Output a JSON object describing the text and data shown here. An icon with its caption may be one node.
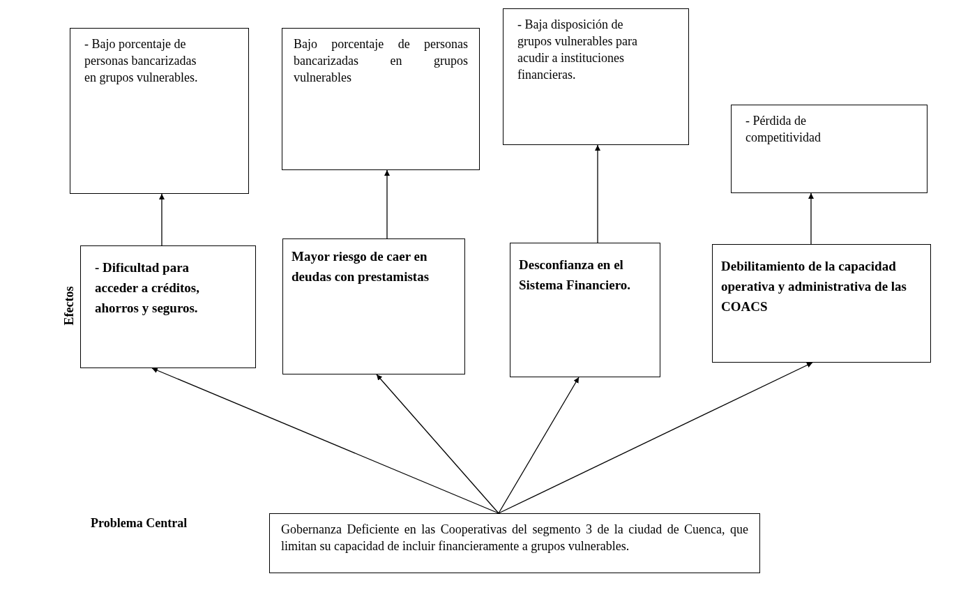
{
  "diagram": {
    "nodes": [
      {
        "text": [
          "- Bajo porcentaje de personas bancarizadas en grupos vulnerables."
        ]
      },
      {
        "text": [
          "Bajo porcentaje de personas bancarizadas en grupos vulnerables"
        ]
      },
      {
        "text": [
          "- Baja disposición de grupos vulnerables para acudir a instituciones financieras."
        ]
      },
      {
        "text": [
          "- Pérdida de competitividad"
        ]
      },
      {
        "text": [
          "- Dificultad para acceder a créditos, ahorros y seguros."
        ]
      },
      {
        "text": [
          "Mayor riesgo de caer en deudas con prestamistas"
        ]
      },
      {
        "text": [
          "Desconfianza en el Sistema Financiero."
        ]
      },
      {
        "text": [
          "Debilitamiento de la capacidad operativa y administrativa de las COACS"
        ]
      },
      {
        "text": [
          "Gobernanza Deficiente en las Cooperativas del segmento 3 de la ciudad de Cuenca, que limitan su capacidad de incluir financieramente a grupos vulnerables."
        ]
      }
    ],
    "edges": [
      {
        "from": 4,
        "to": 0,
        "arrow": "to"
      },
      {
        "from": 5,
        "to": 1,
        "arrow": "to"
      },
      {
        "from": 6,
        "to": 2,
        "arrow": "to"
      },
      {
        "from": 7,
        "to": 3,
        "arrow": "to"
      },
      {
        "from": 8,
        "to": 4,
        "arrow": "to"
      },
      {
        "from": 8,
        "to": 5,
        "arrow": "to"
      },
      {
        "from": 8,
        "to": 6,
        "arrow": "to"
      },
      {
        "from": 8,
        "to": 7,
        "arrow": "to"
      }
    ],
    "labels": [
      "Efectos",
      "Problema Central"
    ]
  }
}
